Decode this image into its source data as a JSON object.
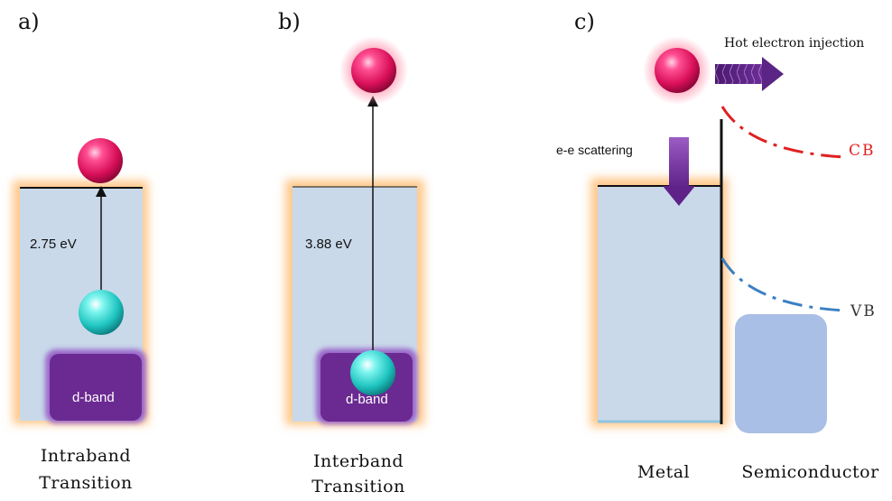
{
  "panels": {
    "a": {
      "label": "a)",
      "energy": "2.75 eV",
      "dband": "d-band",
      "caption_line1": "Intraband",
      "caption_line2": "Transition"
    },
    "b": {
      "label": "b)",
      "energy": "3.88 eV",
      "dband": "d-band",
      "caption_line1": "Interband",
      "caption_line2": "Transition"
    },
    "c": {
      "label": "c)",
      "injection": "Hot electron injection",
      "scattering": "e-e scattering",
      "cb": "CB",
      "vb": "VB",
      "metal": "Metal",
      "semiconductor": "Semiconductor"
    }
  },
  "colors": {
    "metal_fill": "#c9d9ea",
    "glow": "#ffc98c",
    "dband": "#6b2a92",
    "hot_electron": "#e6105e",
    "hole_electron": "#2ad6d0",
    "cb_line": "#e02020",
    "vb_line": "#3a7fc4",
    "semiconductor_fill": "#a9bfe6",
    "arrow_purple": "#7a3aa8"
  }
}
